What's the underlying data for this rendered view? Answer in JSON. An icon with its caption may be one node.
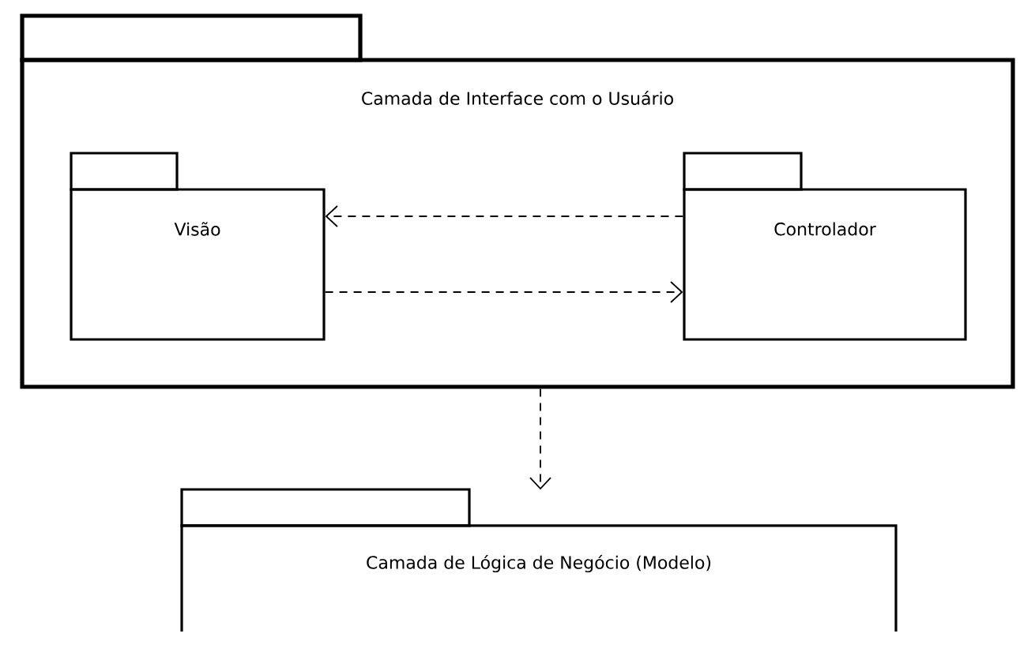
{
  "diagram": {
    "nodes": [
      {
        "text": [
          "Camada de Interface com o Usuário"
        ]
      },
      {
        "text": [
          "Visão"
        ],
        "in": 0
      },
      {
        "text": [
          "Controlador"
        ],
        "in": 0
      },
      {
        "text": [
          "Camada de Lógica de Negócio (Modelo)"
        ]
      }
    ],
    "edges": [
      {
        "from": 2,
        "to": 1,
        "arrow": "to",
        "style": "dashed"
      },
      {
        "from": 1,
        "to": 2,
        "arrow": "to",
        "style": "dashed"
      },
      {
        "from": 0,
        "to": 3,
        "arrow": "to",
        "style": "dashed"
      }
    ]
  }
}
